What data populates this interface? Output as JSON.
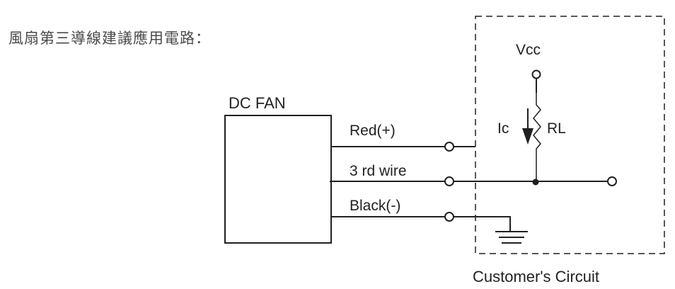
{
  "heading": "風扇第三導線建議應用電路：",
  "diagram": {
    "fan_label": "DC FAN",
    "wires": [
      {
        "label": "Red(+)",
        "role": "power-positive"
      },
      {
        "label": "3 rd wire",
        "role": "signal"
      },
      {
        "label": "Black(-)",
        "role": "ground"
      }
    ],
    "vcc_label": "Vcc",
    "current_label": "Ic",
    "resistor_label": "RL",
    "customer_circuit_label": "Customer's Circuit",
    "colors": {
      "line": "#231f20",
      "heading": "#4a4a4a",
      "background": "#ffffff"
    }
  }
}
